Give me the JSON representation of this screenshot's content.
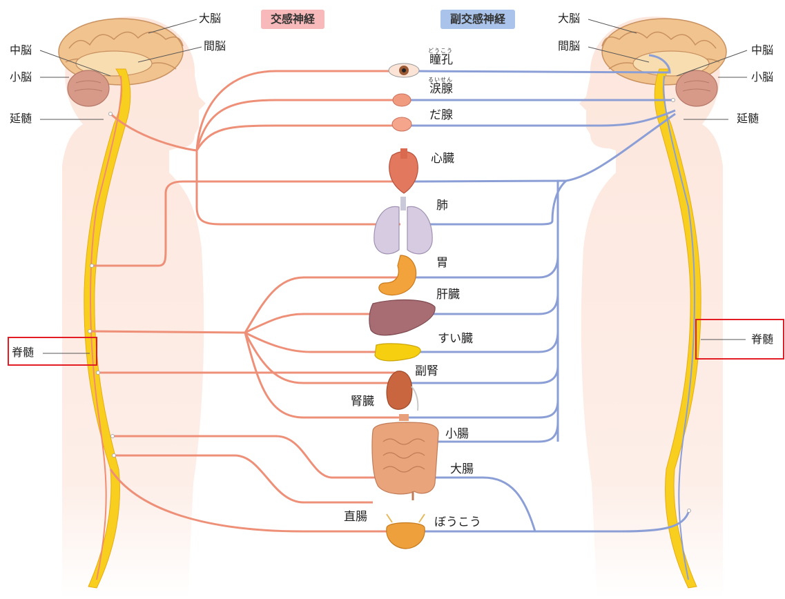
{
  "headers": {
    "sympathetic": "交感神経",
    "parasympathetic": "副交感神経"
  },
  "left_labels": {
    "cerebrum": "大脳",
    "diencephalon": "間脳",
    "midbrain": "中脳",
    "cerebellum": "小脳",
    "medulla": "延髄",
    "spinal_cord": "脊髄"
  },
  "right_labels": {
    "cerebrum": "大脳",
    "diencephalon": "間脳",
    "midbrain": "中脳",
    "cerebellum": "小脳",
    "medulla": "延髄",
    "spinal_cord": "脊髄"
  },
  "organs": {
    "pupil": "瞳孔",
    "pupil_ruby": "どうこう",
    "lacrimal": "涙腺",
    "lacrimal_ruby": "るいせん",
    "salivary": "だ腺",
    "heart": "心臓",
    "lung": "肺",
    "stomach": "胃",
    "liver": "肝臓",
    "pancreas": "すい臓",
    "adrenal": "副腎",
    "kidney": "腎臓",
    "small_intestine": "小腸",
    "large_intestine": "大腸",
    "rectum": "直腸",
    "bladder": "ぼうこう"
  },
  "colors": {
    "sympathetic_nerve": "#ee8f78",
    "parasympathetic_nerve": "#8b9fd6",
    "spinal_cord": "#f8cf1e",
    "skin": "#fce8df",
    "highlight_box": "#e31b23"
  }
}
